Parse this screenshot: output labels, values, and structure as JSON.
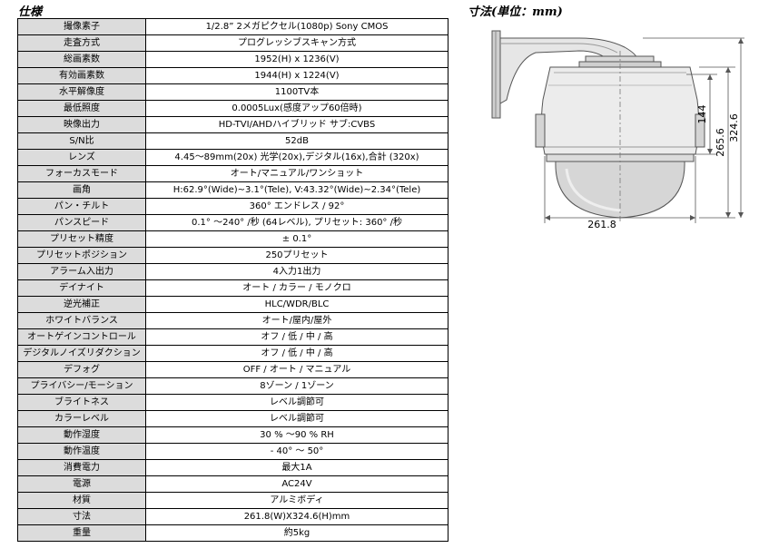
{
  "spec_heading": "仕様",
  "dimension_heading": "寸法(単位：mm)",
  "specs": [
    {
      "label": "撮像素子",
      "value": "1/2.8” 2メガピクセル(1080p) Sony CMOS"
    },
    {
      "label": "走査方式",
      "value": "プログレッシブスキャン方式"
    },
    {
      "label": "総画素数",
      "value": "1952(H) x 1236(V)"
    },
    {
      "label": "有効画素数",
      "value": "1944(H) x 1224(V)"
    },
    {
      "label": "水平解像度",
      "value": "1100TV本"
    },
    {
      "label": "最低照度",
      "value": "0.0005Lux(感度アップ60倍時)"
    },
    {
      "label": "映像出力",
      "value": "HD-TVI/AHDハイブリッド サブ:CVBS"
    },
    {
      "label": "S/N比",
      "value": "52dB"
    },
    {
      "label": "レンズ",
      "value": "4.45～89mm(20x) 光学(20x),デジタル(16x),合計 (320x)"
    },
    {
      "label": "フォーカスモード",
      "value": "オート/マニュアル/ワンショット"
    },
    {
      "label": "画角",
      "value": "H:62.9°(Wide)~3.1°(Tele), V:43.32°(Wide)~2.34°(Tele)"
    },
    {
      "label": "パン・チルト",
      "value": "360° エンドレス / 92°"
    },
    {
      "label": "パンスピード",
      "value": "0.1° ～240° /秒 (64レベル), プリセット: 360° /秒"
    },
    {
      "label": "プリセット精度",
      "value": "± 0.1°"
    },
    {
      "label": "プリセットポジション",
      "value": "250プリセット"
    },
    {
      "label": "アラーム入出力",
      "value": "4入力1出力"
    },
    {
      "label": "デイナイト",
      "value": "オート / カラー / モノクロ"
    },
    {
      "label": "逆光補正",
      "value": "HLC/WDR/BLC"
    },
    {
      "label": "ホワイトバランス",
      "value": "オート/屋内/屋外"
    },
    {
      "label": "オートゲインコントロール",
      "value": "オフ / 低 / 中 / 高"
    },
    {
      "label": "デジタルノイズリダクション",
      "value": "オフ / 低 / 中 / 高"
    },
    {
      "label": "デフォグ",
      "value": "OFF / オート / マニュアル"
    },
    {
      "label": "プライバシー/モーション",
      "value": "8ゾーン / 1ゾーン"
    },
    {
      "label": "ブライトネス",
      "value": "レベル調節可"
    },
    {
      "label": "カラーレベル",
      "value": "レベル調節可"
    },
    {
      "label": "動作湿度",
      "value": "30 % ～90 % RH"
    },
    {
      "label": "動作温度",
      "value": "- 40° ～ 50°"
    },
    {
      "label": "消費電力",
      "value": "最大1A"
    },
    {
      "label": "電源",
      "value": "AC24V"
    },
    {
      "label": "材質",
      "value": "アルミボディ"
    },
    {
      "label": "寸法",
      "value": "261.8(W)X324.6(H)mm"
    },
    {
      "label": "重量",
      "value": "約5kg"
    }
  ],
  "dimensions": {
    "dome_height": "144",
    "housing_height": "265.6",
    "total_height": "324.6",
    "width": "261.8"
  }
}
